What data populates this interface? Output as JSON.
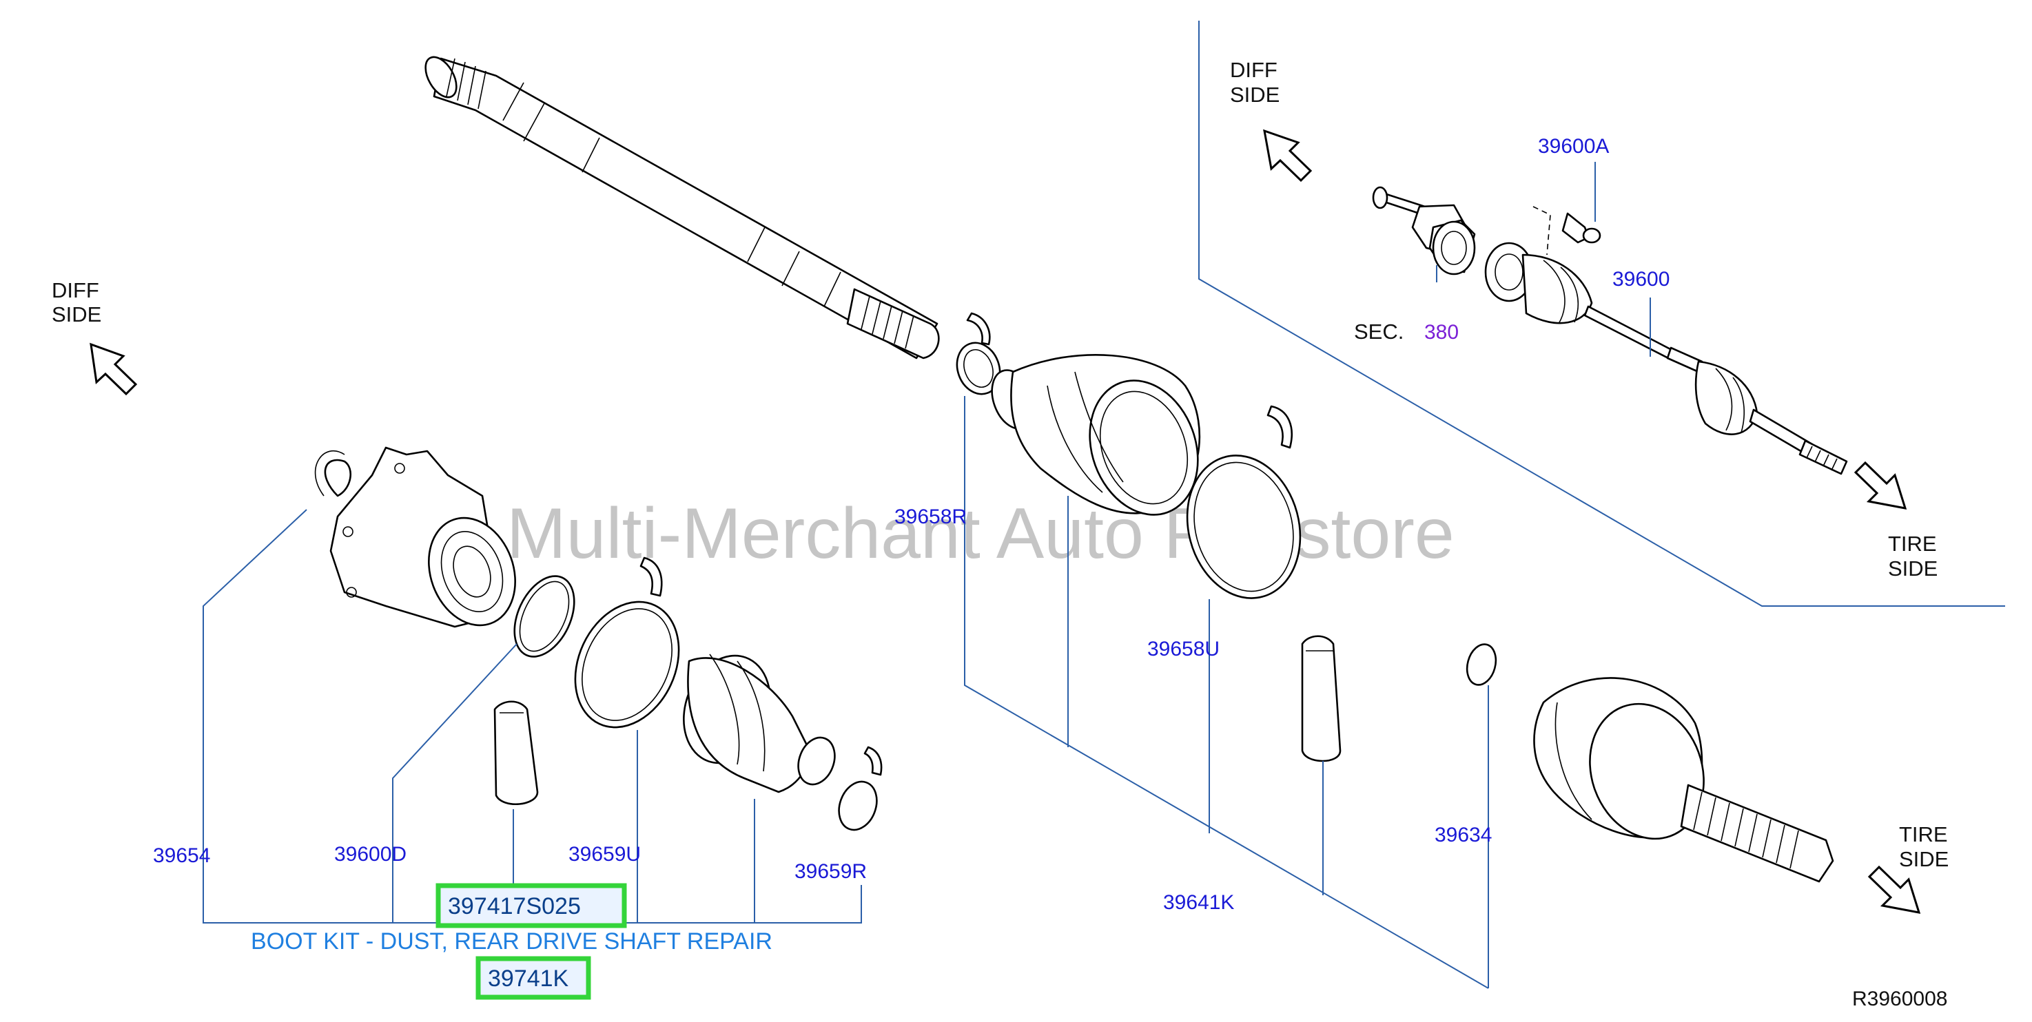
{
  "watermark": "Multi-Merchant Auto Partstore",
  "direction_labels": {
    "left_diff_l1": "DIFF",
    "left_diff_l2": "SIDE",
    "inset_diff_l1": "DIFF",
    "inset_diff_l2": "SIDE",
    "inset_tire_l1": "TIRE",
    "inset_tire_l2": "SIDE",
    "main_tire_l1": "TIRE",
    "main_tire_l2": "SIDE"
  },
  "inset": {
    "section_prefix": "SEC.",
    "section_number": "380",
    "section_color": "#7a1fd6",
    "parts": {
      "p39600A": "39600A",
      "p39600": "39600"
    }
  },
  "parts": {
    "p39658R": "39658R",
    "p39658U": "39658U",
    "p39654": "39654",
    "p39600D": "39600D",
    "p39659U": "39659U",
    "p39659R": "39659R",
    "p39641K": "39641K",
    "p39634": "39634"
  },
  "highlighted": {
    "primary": "397417S025",
    "secondary": "39741K"
  },
  "caption": "BOOT KIT - DUST, REAR DRIVE SHAFT REPAIR",
  "diagram_code": "R3960008",
  "colors": {
    "part_label": "#1a1ad6",
    "caption": "#1f7fe0",
    "highlight_border": "#34d43a",
    "leader": "#2b5fa8"
  }
}
